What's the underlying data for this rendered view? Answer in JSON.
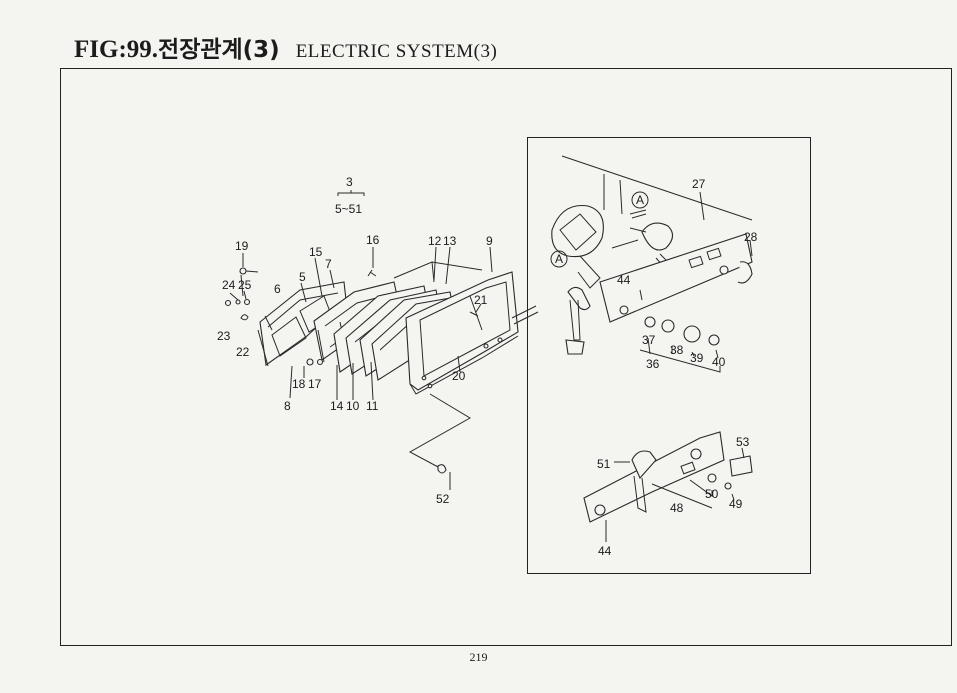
{
  "header": {
    "fig": "FIG:99.",
    "korean": "전장관계(3)",
    "english": "ELECTRIC SYSTEM(3)"
  },
  "assembly": {
    "number": "3",
    "range": "5~51"
  },
  "callouts": {
    "c19": "19",
    "c24": "24",
    "c25": "25",
    "c23": "23",
    "c22": "22",
    "c6": "6",
    "c5": "5",
    "c15": "15",
    "c7": "7",
    "c16": "16",
    "c12": "12",
    "c13": "13",
    "c9": "9",
    "c21": "21",
    "c18": "18",
    "c17": "17",
    "c8": "8",
    "c14": "14",
    "c10": "10",
    "c11": "11",
    "c20": "20",
    "c52": "52",
    "c27": "27",
    "cA1": "A",
    "cA2": "A",
    "c28": "28",
    "c44a": "44",
    "c37": "37",
    "c38": "38",
    "c39": "39",
    "c40": "40",
    "c36": "36",
    "c53": "53",
    "c51": "51",
    "c50": "50",
    "c48": "48",
    "c49": "49",
    "c44b": "44"
  },
  "footer": {
    "page_number": "219"
  }
}
